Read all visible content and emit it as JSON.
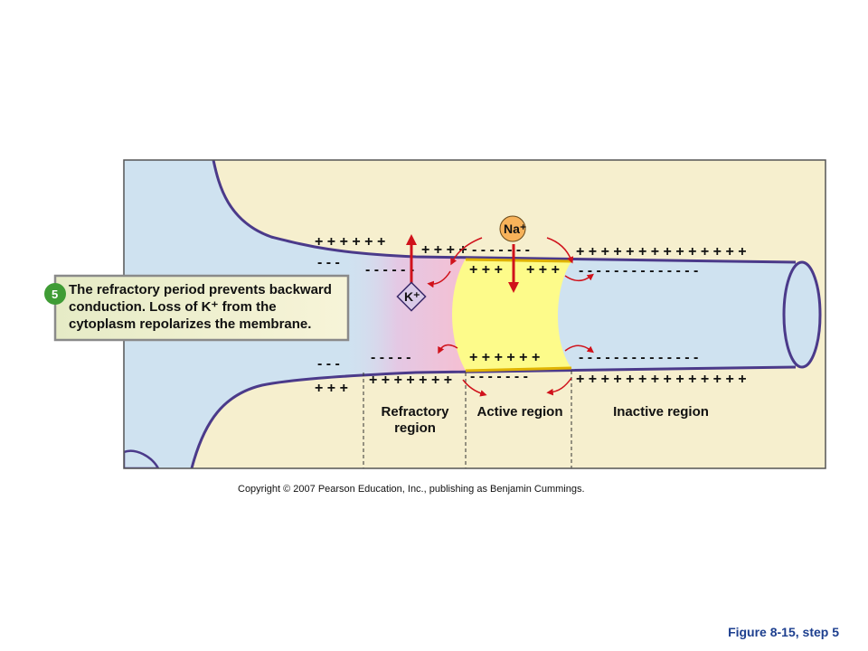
{
  "callout": {
    "step": "5",
    "lines": [
      "The refractory period prevents backward",
      "conduction. Loss of K⁺ from the",
      "cytoplasm repolarizes the membrane."
    ]
  },
  "ions": {
    "sodium": "Na⁺",
    "potassium": "K⁺"
  },
  "regions": {
    "refractory": [
      "Refractory",
      "region"
    ],
    "active": "Active region",
    "inactive": "Inactive region"
  },
  "signs": {
    "top_outer_left": "+ + + + + +",
    "top_outer_refractory": "+ + + +",
    "top_outer_active": "- - - - - - -",
    "top_outer_inactive": "+ + + + + + + + + + + + + +",
    "top_inner_left": "- - -",
    "top_inner_refractory": "- - -  - - -",
    "top_inner_active_a": "+ + +",
    "top_inner_active_b": "+ + +",
    "top_inner_inactive": "- - - - - - - - - - - - - -",
    "bot_inner_left": "- - -",
    "bot_inner_refractory": "-  - - - -",
    "bot_inner_active": "+ + + + + +",
    "bot_inner_inactive": "- - - - - - - - - - - - - -",
    "bot_outer_left": "+ + +",
    "bot_outer_refractory": "+ + + + + + +",
    "bot_outer_active": "- - - - - - -",
    "bot_outer_inactive": "+ + + + + + + + + + + + + +"
  },
  "copyright": "Copyright © 2007 Pearson Education, Inc., publishing as Benjamin Cummings.",
  "caption": "Figure 8-15, step 5",
  "colors": {
    "extracellular": "#f6efce",
    "cytoplasm": "#cfe2f0",
    "active_region": "#fdfb8a",
    "refractory_region": "#f2c4d8",
    "membrane": "#4b3a8a",
    "arrow": "#d0121b",
    "sodium_ion": "#f7b25a",
    "potassium_ion": "#d9cbe8",
    "step_badge": "#3f9c35",
    "caption": "#1d3f8f"
  }
}
